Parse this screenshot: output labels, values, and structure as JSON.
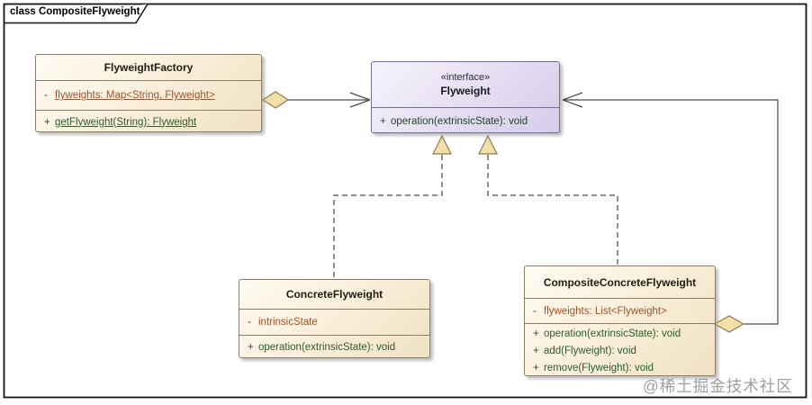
{
  "diagram": {
    "frame_title": "class CompositeFlyweight",
    "watermark": "@稀土掘金技术社区"
  },
  "colors": {
    "class_fill_light": "#fefbf2",
    "class_fill_dark": "#f0e1c3",
    "class_border": "#8d7c68",
    "interface_fill_light": "#f6f3fb",
    "interface_fill_dark": "#d6cce9",
    "interface_border": "#70709a",
    "attribute_text": "#a0522d",
    "method_text": "#2a5c2a",
    "connector_line": "#4a4a4a",
    "diamond_triangle_fill": "#f2dfa9",
    "diamond_triangle_border": "#8d7b56"
  },
  "classes": {
    "flyweight_factory": {
      "name": "FlyweightFactory",
      "attributes": [
        {
          "visibility": "-",
          "text": "flyweights: Map<String, Flyweight>",
          "static": true
        }
      ],
      "methods": [
        {
          "visibility": "+",
          "text": "getFlyweight(String): Flyweight",
          "static": true
        }
      ]
    },
    "flyweight": {
      "stereotype": "«interface»",
      "name": "Flyweight",
      "methods": [
        {
          "visibility": "+",
          "text": "operation(extrinsicState): void"
        }
      ]
    },
    "concrete_flyweight": {
      "name": "ConcreteFlyweight",
      "attributes": [
        {
          "visibility": "-",
          "text": "intrinsicState"
        }
      ],
      "methods": [
        {
          "visibility": "+",
          "text": "operation(extrinsicState): void"
        }
      ]
    },
    "composite_concrete_flyweight": {
      "name": "CompositeConcreteFlyweight",
      "attributes": [
        {
          "visibility": "-",
          "text": "flyweights: List<Flyweight>"
        }
      ],
      "methods": [
        {
          "visibility": "+",
          "text": "operation(extrinsicState): void"
        },
        {
          "visibility": "+",
          "text": "add(Flyweight): void"
        },
        {
          "visibility": "+",
          "text": "remove(Flyweight): void"
        }
      ]
    }
  },
  "relationships": [
    {
      "type": "aggregation-association",
      "from": "FlyweightFactory",
      "to": "Flyweight"
    },
    {
      "type": "realization",
      "from": "ConcreteFlyweight",
      "to": "Flyweight"
    },
    {
      "type": "realization",
      "from": "CompositeConcreteFlyweight",
      "to": "Flyweight"
    },
    {
      "type": "aggregation-association",
      "from": "CompositeConcreteFlyweight",
      "to": "Flyweight"
    }
  ]
}
